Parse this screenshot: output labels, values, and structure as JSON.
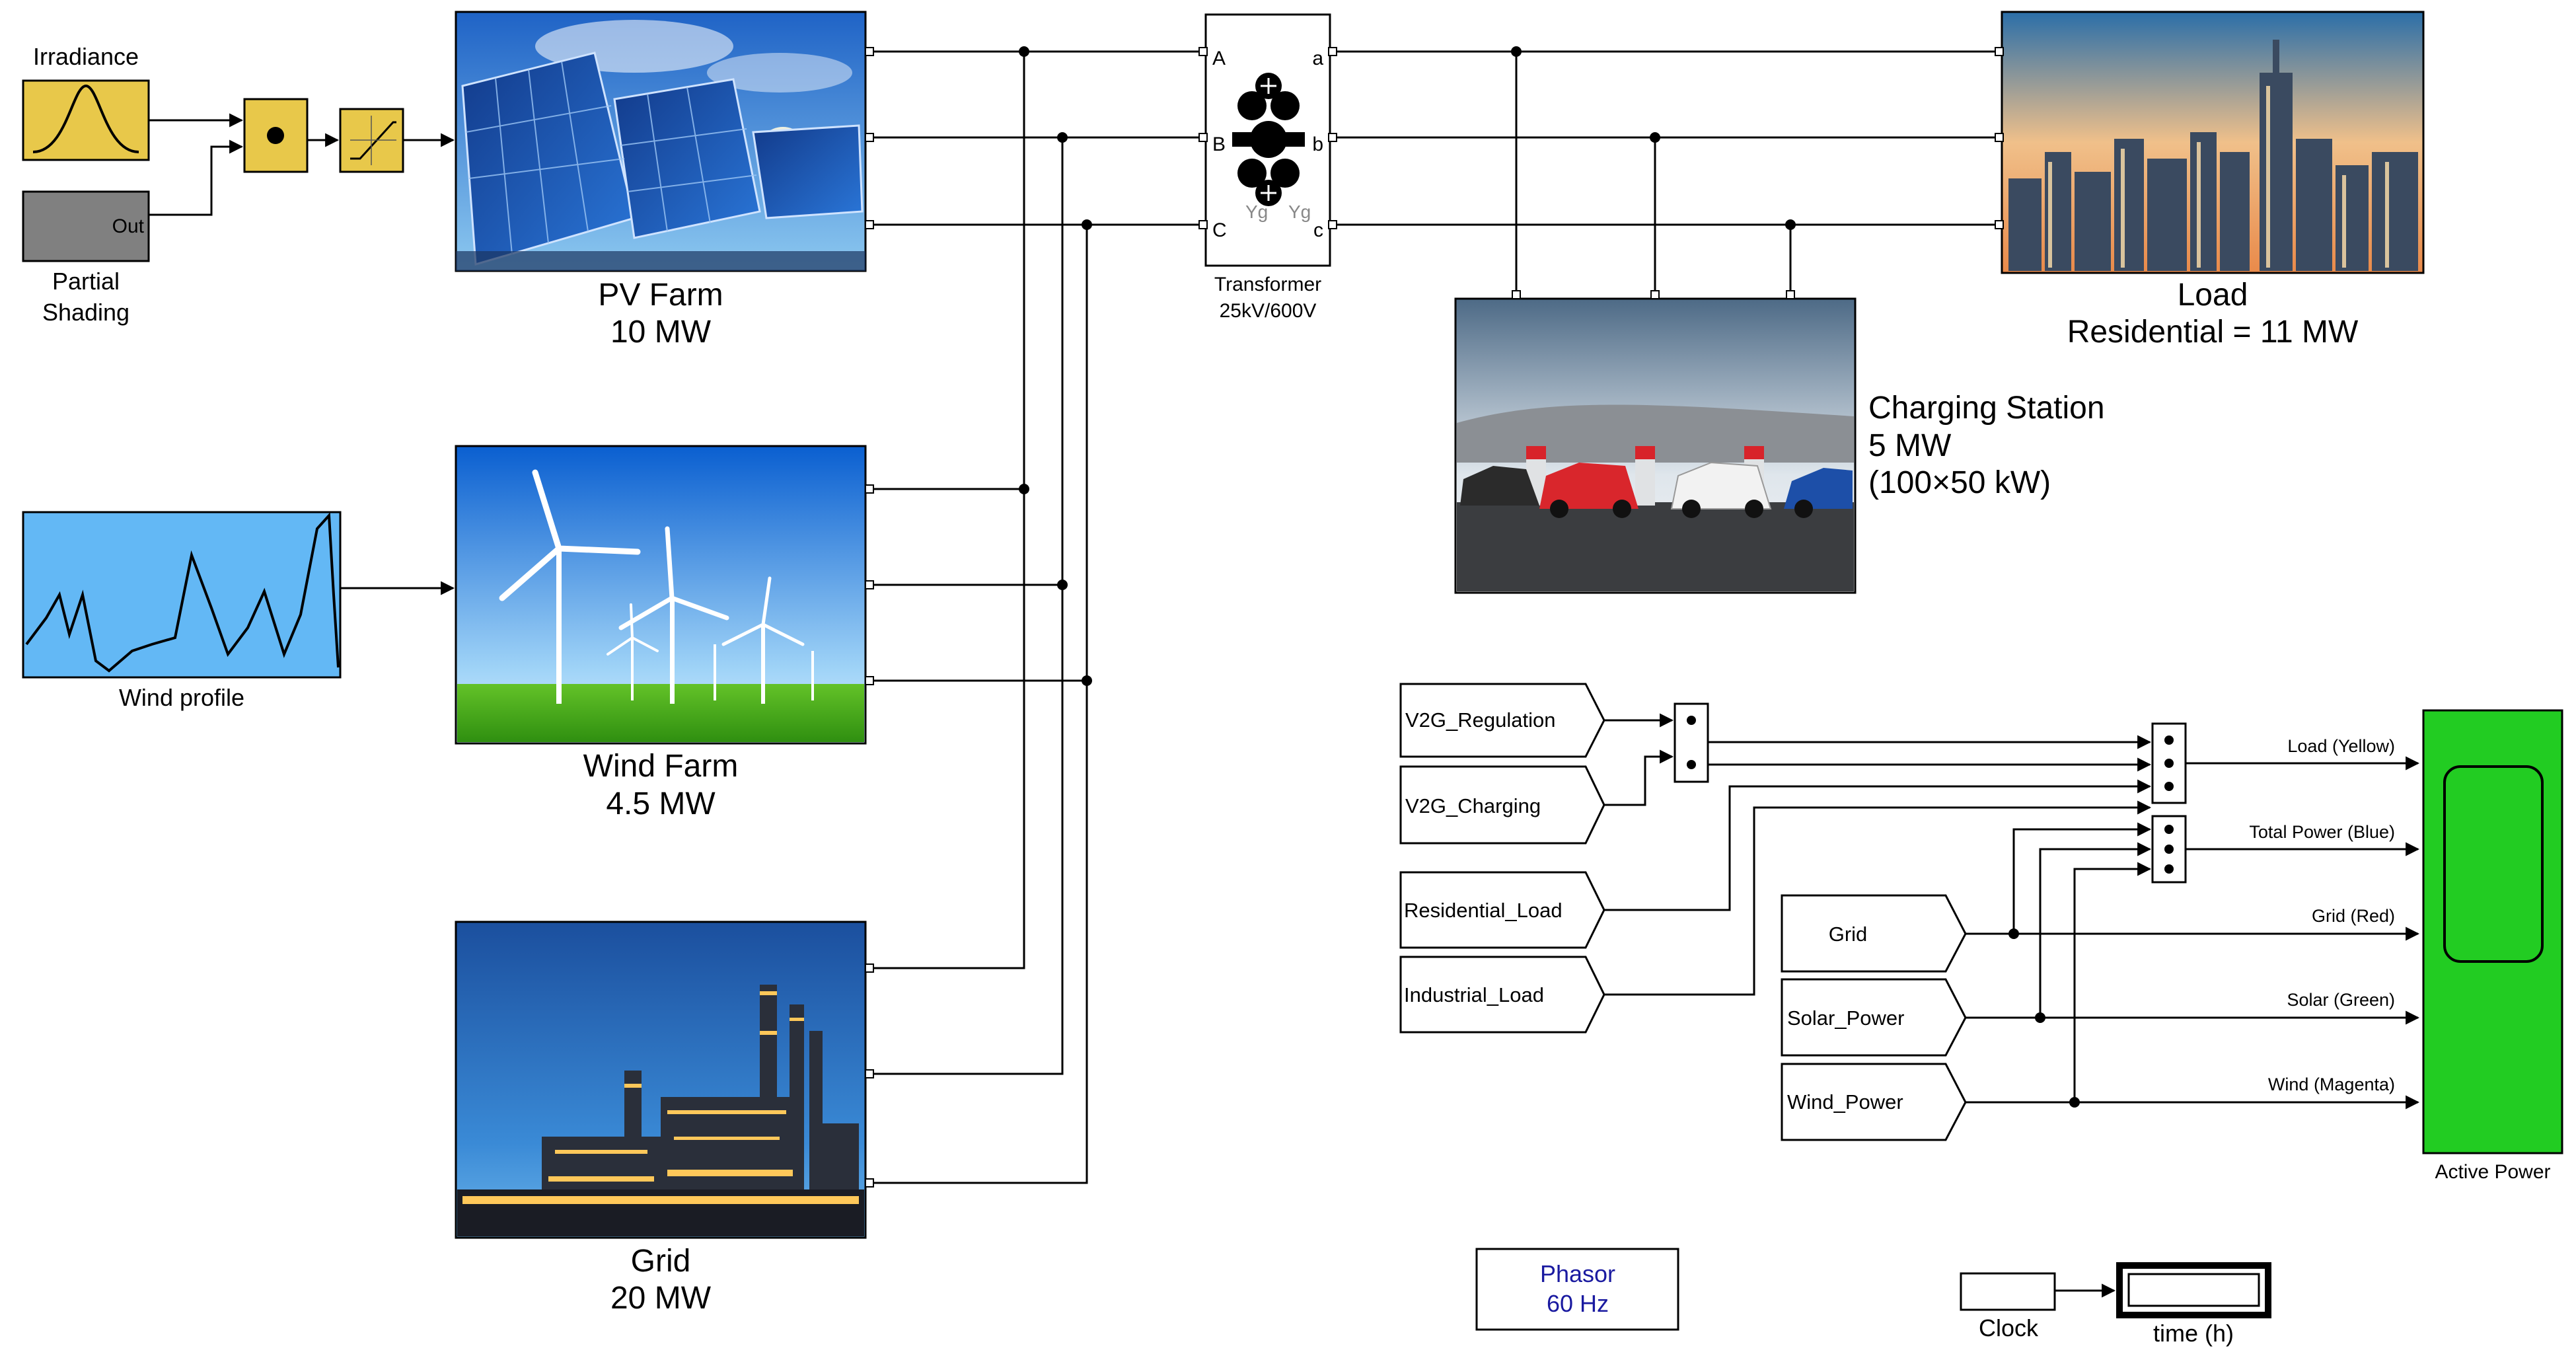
{
  "source": {
    "irradiance_label": "Irradiance",
    "partial_shading_block_port": "Out",
    "partial_shading_label_1": "Partial",
    "partial_shading_label_2": "Shading",
    "wind_profile_label": "Wind profile"
  },
  "generation": {
    "pv_farm_label": "PV Farm",
    "pv_farm_rating": "10 MW",
    "wind_farm_label": "Wind Farm",
    "wind_farm_rating": "4.5 MW",
    "grid_label": "Grid",
    "grid_rating": "20 MW"
  },
  "transformer": {
    "port_A": "A",
    "port_B": "B",
    "port_C": "C",
    "port_a": "a",
    "port_b": "b",
    "port_c": "c",
    "winding_left": "Yg",
    "winding_right": "Yg",
    "label": "Transformer",
    "rating": "25kV/600V"
  },
  "load": {
    "label": "Load",
    "rating": "Residential = 11 MW"
  },
  "charging_station": {
    "label": "Charging Station",
    "rating": "5 MW",
    "detail": "(100×50 kW)"
  },
  "from_tags": {
    "v2g_regulation": "V2G_Regulation",
    "v2g_charging": "V2G_Charging",
    "residential_load": "Residential_Load",
    "industrial_load": "Industrial_Load",
    "grid": "Grid",
    "solar_power": "Solar_Power",
    "wind_power": "Wind_Power"
  },
  "scope": {
    "signal_load": "Load (Yellow)",
    "signal_total": "Total Power (Blue)",
    "signal_grid": "Grid (Red)",
    "signal_solar": "Solar (Green)",
    "signal_wind": "Wind (Magenta)",
    "label": "Active Power"
  },
  "powergui": {
    "mode": "Phasor",
    "frequency": "60 Hz"
  },
  "clock": {
    "clock_label": "Clock",
    "display_label": "time (h)"
  },
  "colors": {
    "block_yellow": "#E8C84A",
    "shading_gray": "#808080",
    "wind_profile_blue": "#63B8F5",
    "scope_green": "#22CC22",
    "powergui_text": "#1a1aa0"
  }
}
